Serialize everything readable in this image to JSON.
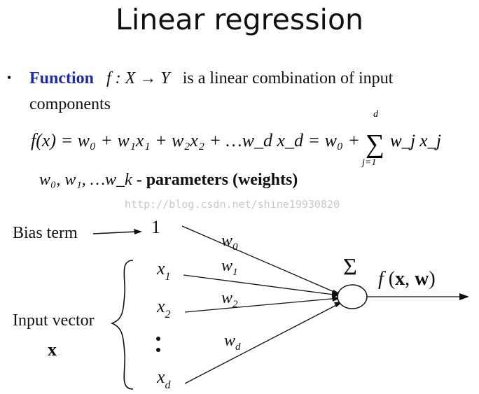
{
  "title": "Linear regression",
  "bullet": {
    "keyword": "Function",
    "mapping": "f : X → Y",
    "text_a": "is a linear combination of input",
    "text_b": "components"
  },
  "formula": {
    "lhs": "f(x) = w₀ + w₁x₁ + w₂x₂ + …w_d x_d = w₀ + ",
    "sum_upper": "d",
    "sum_lower": "j=1",
    "sum_term": "w_j x_j"
  },
  "parameters": {
    "symbols": "w₀, w₁, …w_k",
    "label": " - parameters (weights)"
  },
  "watermark": "http://blog.csdn.net/shine19930820",
  "diagram": {
    "bias_label": "Bias term",
    "bias_value": "1",
    "input_label": "Input vector",
    "input_symbol": "x",
    "inputs": [
      "x1",
      "x2",
      ":",
      "xd"
    ],
    "weights": [
      "w0",
      "w1",
      "w2",
      "wd"
    ],
    "sum_symbol": "Σ",
    "output": "f(x, w)"
  }
}
